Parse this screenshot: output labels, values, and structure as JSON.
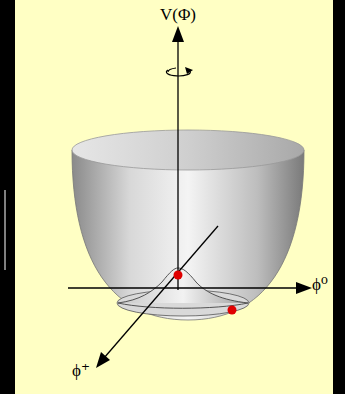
{
  "diagram": {
    "labels": [
      "V(Φ)",
      "ϕ⁰",
      "ϕ⁺"
    ]
  }
}
